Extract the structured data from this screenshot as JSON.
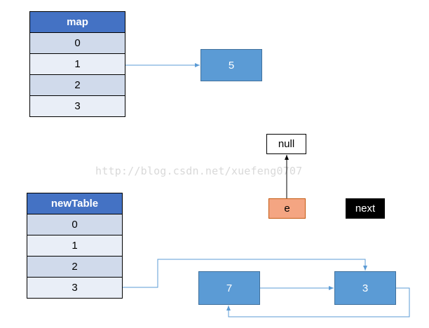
{
  "map_table": {
    "header": "map",
    "rows": [
      "0",
      "1",
      "2",
      "3"
    ]
  },
  "new_table": {
    "header": "newTable",
    "rows": [
      "0",
      "1",
      "2",
      "3"
    ]
  },
  "nodes": {
    "five": "5",
    "null_box": "null",
    "e_box": "e",
    "next_box": "next",
    "seven": "7",
    "three": "3"
  },
  "watermark": "http://blog.csdn.net/xuefeng0707",
  "colors": {
    "header": "#4472c4",
    "row_dark": "#d0daeb",
    "row_light": "#e9eef7",
    "node_blue": "#5b9bd5",
    "node_orange": "#f4a582",
    "arrow": "#5b9bd5"
  }
}
